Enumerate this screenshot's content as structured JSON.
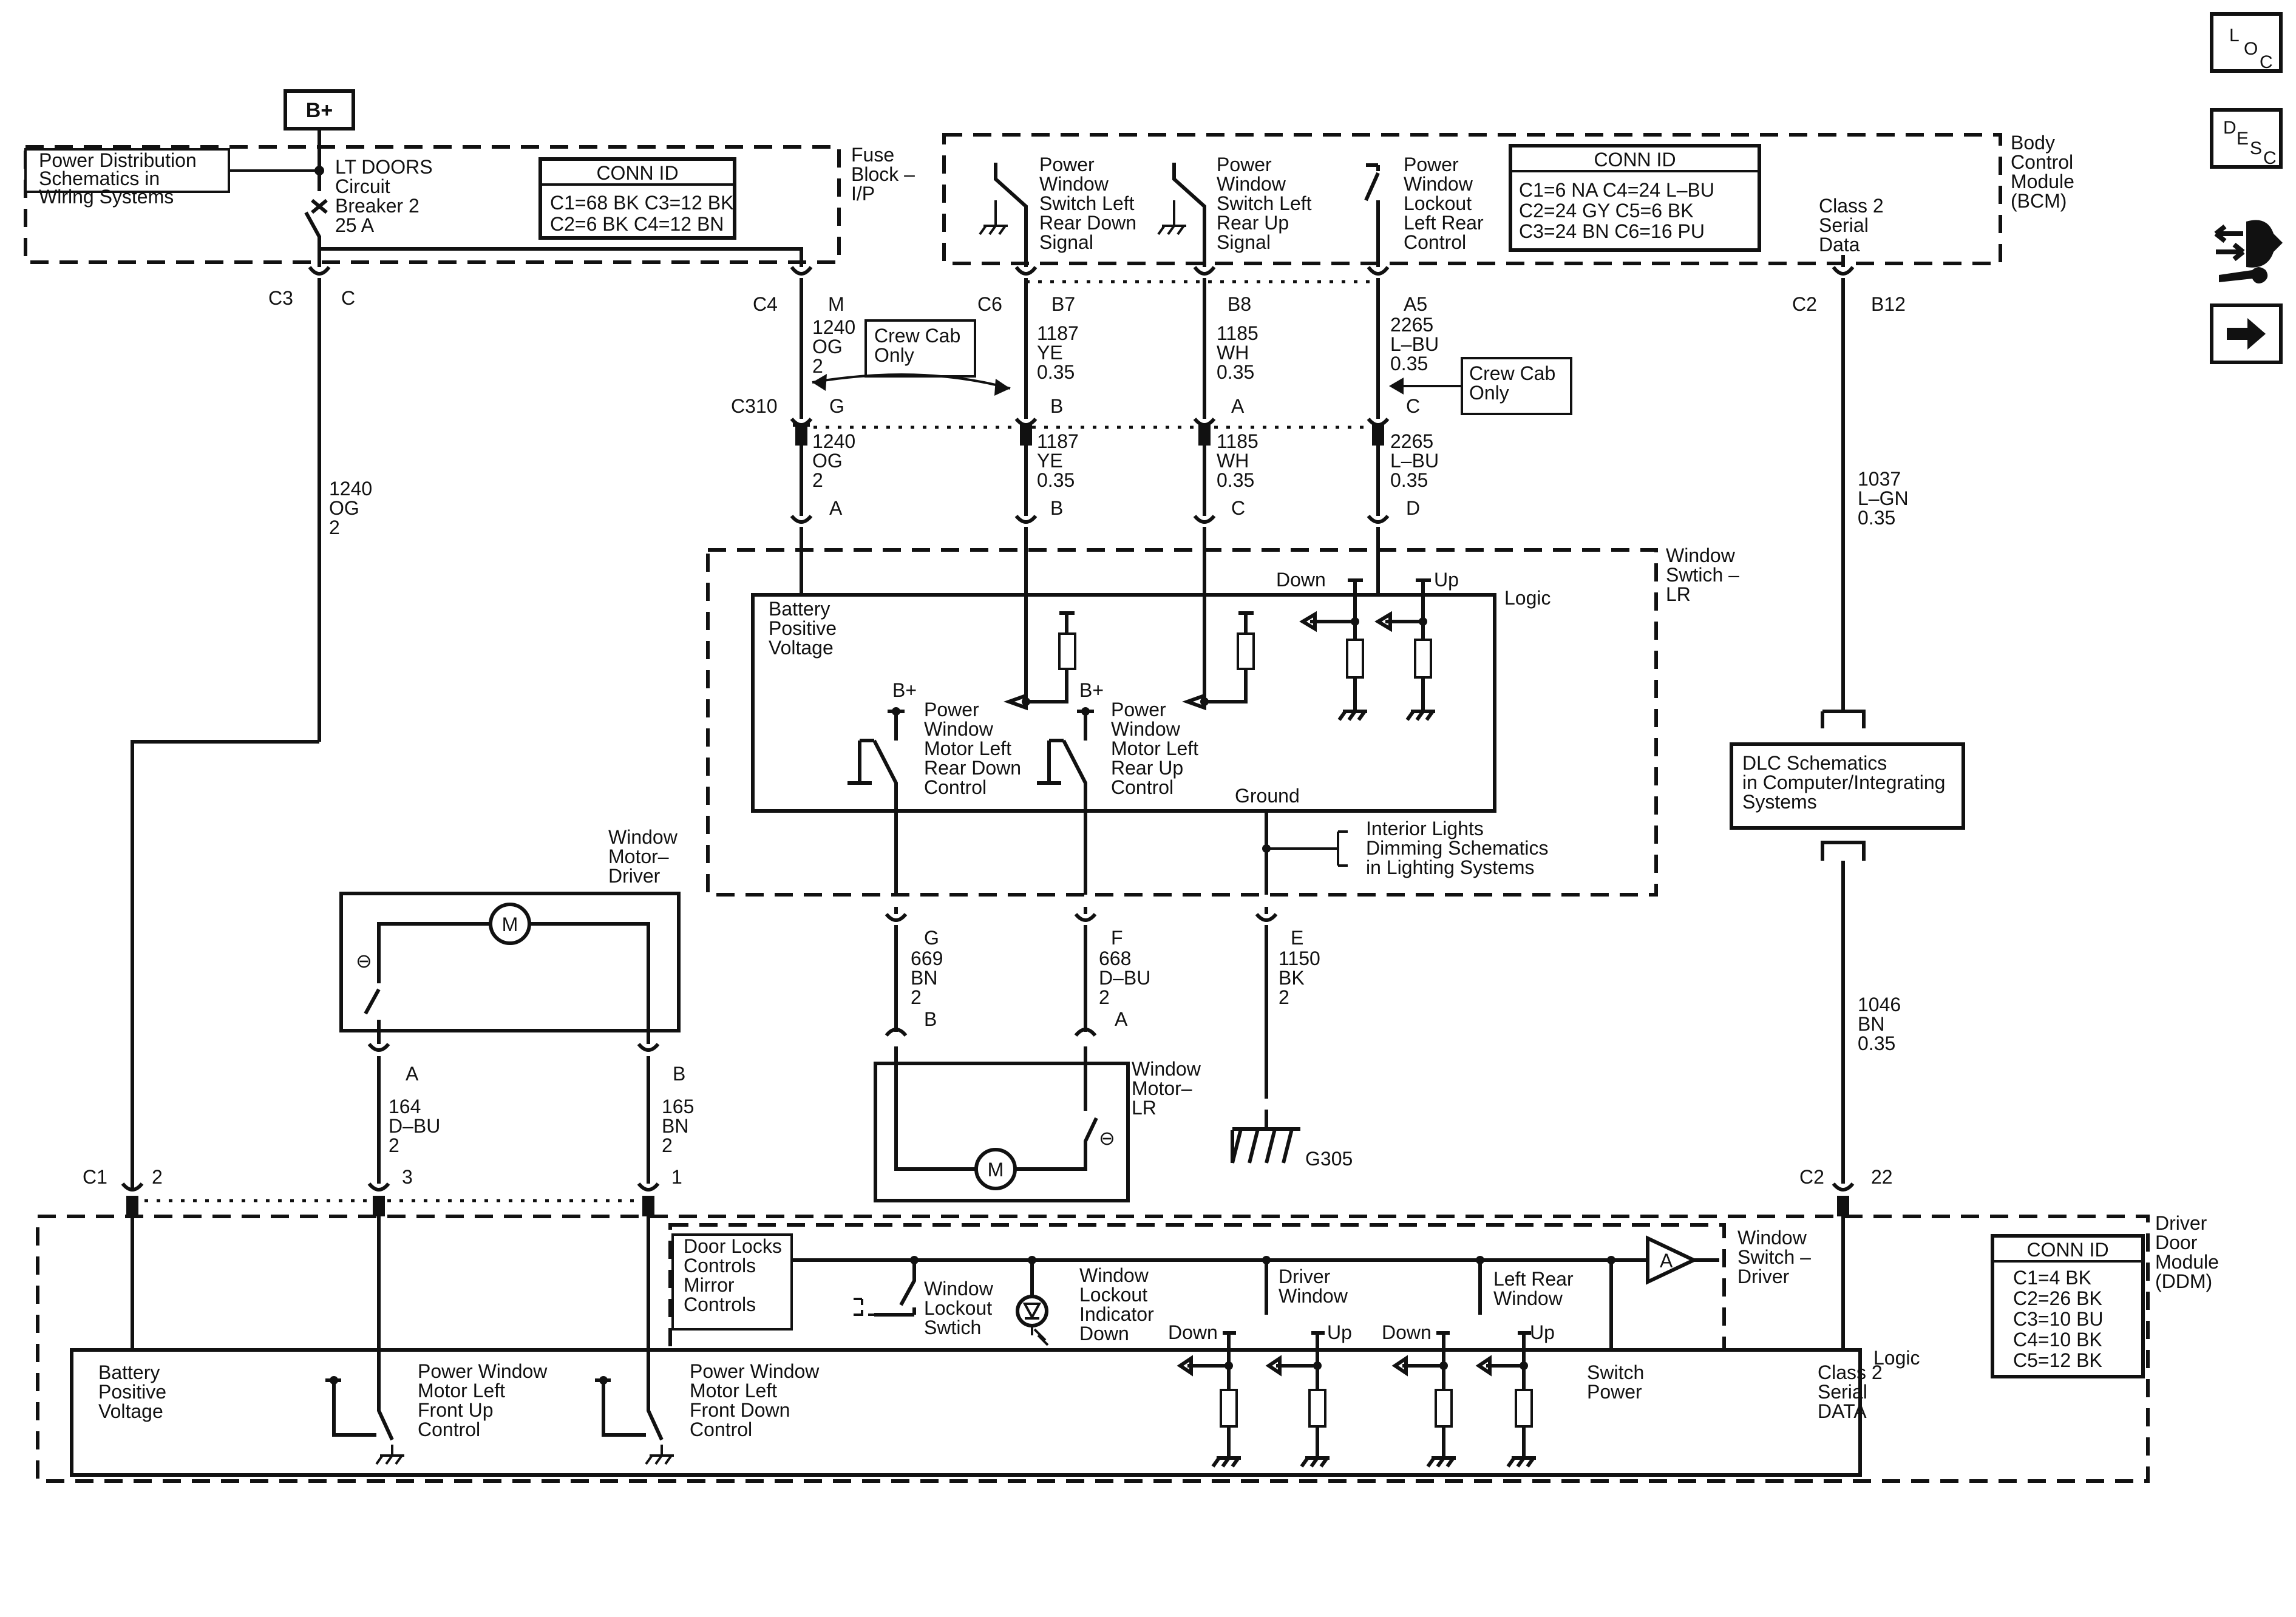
{
  "nav": {
    "loc": [
      "L",
      "O",
      "C"
    ],
    "desc": [
      "D",
      "E",
      "S",
      "C"
    ]
  },
  "bplus": "B+",
  "fuse": {
    "ref": [
      "Power Distribution",
      "Schematics in",
      "Wiring Systems"
    ],
    "name": [
      "LT DOORS",
      "Circuit",
      "Breaker 2",
      "25 A"
    ],
    "conn_title": "CONN ID",
    "conn": [
      "C1=68 BK  C3=12 BK",
      "C2=6 BK    C4=12 BN"
    ],
    "block": [
      "Fuse",
      "Block –",
      "I/P"
    ]
  },
  "bcm": {
    "title": [
      "Body",
      "Control",
      "Module",
      "(BCM)"
    ],
    "sw1": [
      "Power",
      "Window",
      "Switch Left",
      "Rear Down",
      "Signal"
    ],
    "sw2": [
      "Power",
      "Window",
      "Switch Left",
      "Rear Up",
      "Signal"
    ],
    "sw3": [
      "Power",
      "Window",
      "Lockout",
      "Left Rear",
      "Control"
    ],
    "conn_title": "CONN ID",
    "conn": [
      "C1=6 NA      C4=24 L–BU",
      "C2=24 GY    C5=6 BK",
      "C3=24 BN    C6=16 PU"
    ],
    "class2": [
      "Class 2",
      "Serial",
      "Data"
    ]
  },
  "pins": {
    "c3": "C3",
    "c3c": "C",
    "c4": "C4",
    "c4m": "M",
    "c6": "C6",
    "b7": "B7",
    "b8": "B8",
    "a5": "A5",
    "c2t": "C2",
    "b12": "B12",
    "c310": "C310",
    "g": "G",
    "b": "B",
    "a": "A",
    "c": "C",
    "d": "D",
    "gm": "G",
    "fm": "F",
    "e": "E",
    "bm": "B",
    "am": "A",
    "wa": "A",
    "wb": "B",
    "c1": "C1",
    "p2": "2",
    "p3": "3",
    "p1": "1",
    "c2b": "C2",
    "p22": "22"
  },
  "wires": {
    "og1240": [
      "1240",
      "OG",
      "2"
    ],
    "ye1187": [
      "1187",
      "YE",
      "0.35"
    ],
    "wh1185": [
      "1185",
      "WH",
      "0.35"
    ],
    "lbu2265": [
      "2265",
      "L–BU",
      "0.35"
    ],
    "lgn1037": [
      "1037",
      "L–GN",
      "0.35"
    ],
    "bn669": [
      "669",
      "BN",
      "2"
    ],
    "dbu668": [
      "668",
      "D–BU",
      "2"
    ],
    "bk1150": [
      "1150",
      "BK",
      "2"
    ],
    "dbu164": [
      "164",
      "D–BU",
      "2"
    ],
    "bn165": [
      "165",
      "BN",
      "2"
    ],
    "bn1046": [
      "1046",
      "BN",
      "0.35"
    ]
  },
  "crew": [
    "Crew Cab",
    "Only"
  ],
  "wslr": {
    "title": [
      "Window",
      "Swtich –",
      "LR"
    ],
    "logic": "Logic",
    "bpv": [
      "Battery",
      "Positive",
      "Voltage"
    ],
    "bplus": "B+",
    "down": "Down",
    "up": "Up",
    "mdown": [
      "Power",
      "Window",
      "Motor Left",
      "Rear Down",
      "Control"
    ],
    "mup": [
      "Power",
      "Window",
      "Motor Left",
      "Rear Up",
      "Control"
    ],
    "ground": "Ground",
    "interior": [
      "Interior Lights",
      "Dimming Schematics",
      "in Lighting Systems"
    ]
  },
  "dlc": [
    "DLC Schematics",
    "in Computer/Integrating",
    "Systems"
  ],
  "wmd": [
    "Window",
    "Motor–",
    "Driver"
  ],
  "wmlr": [
    "Window",
    "Motor–",
    "LR"
  ],
  "motor": "M",
  "minus": "⊖",
  "g305": "G305",
  "ddm": {
    "title": [
      "Driver",
      "Door",
      "Module",
      "(DDM)"
    ],
    "conn_title": "CONN ID",
    "conn": [
      "C1=4 BK",
      "C2=26 BK",
      "C3=10 BU",
      "C4=10 BK",
      "C5=12 BK"
    ],
    "wsd": [
      "Window",
      "Switch –",
      "Driver"
    ],
    "logic": "Logic",
    "doorlocks": [
      "Door Locks",
      "Controls",
      "Mirror",
      "Controls"
    ],
    "lockout": [
      "Window",
      "Lockout",
      "Swtich"
    ],
    "indicator": [
      "Window",
      "Lockout",
      "Indicator",
      "Down"
    ],
    "driverwin": [
      "Driver",
      "Window"
    ],
    "leftrear": [
      "Left Rear",
      "Window"
    ],
    "down1": "Down",
    "up1": "Up",
    "down2": "Down",
    "up2": "Up",
    "amp": "A",
    "swpower": [
      "Switch",
      "Power"
    ],
    "class2": [
      "Class 2",
      "Serial",
      "DATA"
    ],
    "bpv": [
      "Battery",
      "Positive",
      "Voltage"
    ],
    "frontup": [
      "Power Window",
      "Motor Left",
      "Front Up",
      "Control"
    ],
    "frontdown": [
      "Power Window",
      "Motor Left",
      "Front Down",
      "Control"
    ]
  }
}
